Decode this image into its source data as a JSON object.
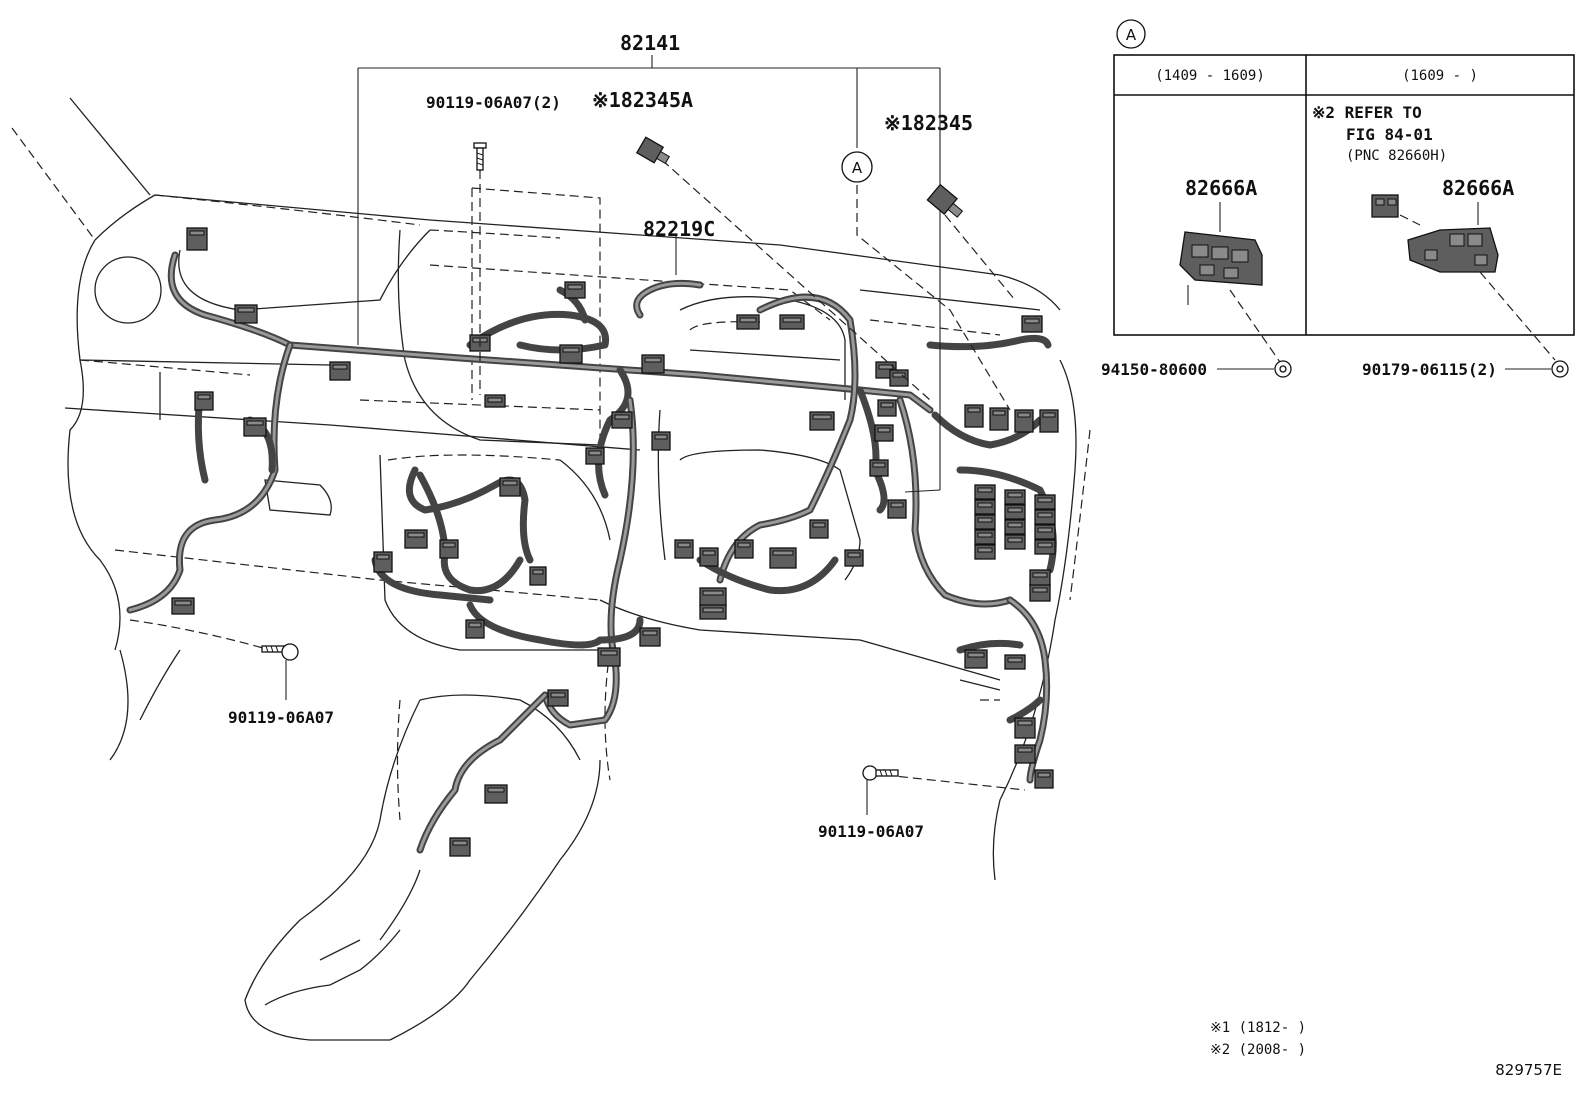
{
  "labels": {
    "harness_main": "82141",
    "part_82345A": "※182345A",
    "part_82345": "※182345",
    "part_82219C": "82219C",
    "bolt_top": "90119-06A07(2)",
    "bolt_left": "90119-06A07",
    "bolt_right": "90119-06A07",
    "callout_a": "A"
  },
  "inset": {
    "tag": "A",
    "col1_header": "(1409 - 1609)",
    "col2_header": "(1609 -     )",
    "col1_part": "82666A",
    "col2_note_line1": "※2 REFER TO",
    "col2_note_line2": "FIG 84-01",
    "col2_note_line3": "(PNC 82660H)",
    "col2_part": "82666A",
    "nut_left": "94150-80600",
    "nut_right": "90179-06115(2)"
  },
  "footnotes": {
    "note1": "※1 (1812-      )",
    "note2": "※2 (2008-      )"
  },
  "figure_id": "829757E"
}
